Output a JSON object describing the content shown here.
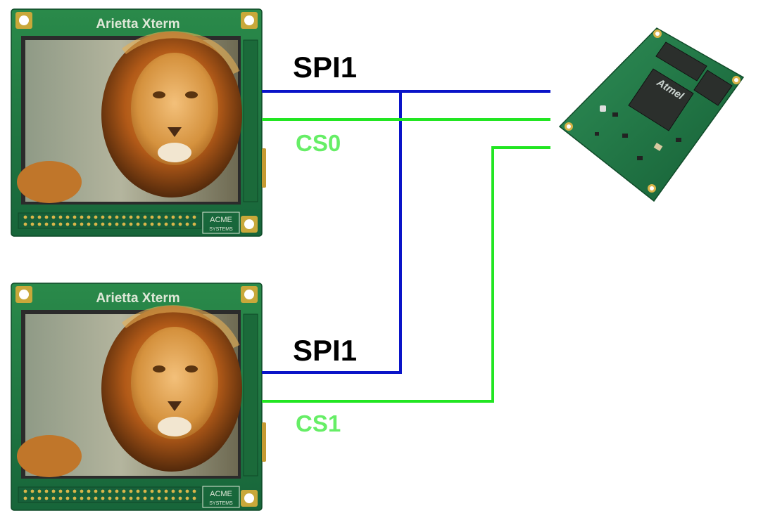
{
  "boards": [
    {
      "title": "Arietta Xterm",
      "logo_top": "ACME",
      "logo_bottom": "SYSTEMS"
    },
    {
      "title": "Arietta Xterm",
      "logo_top": "ACME",
      "logo_bottom": "SYSTEMS"
    }
  ],
  "module": {
    "chip_brand": "Atmel"
  },
  "signals": {
    "spi_top": "SPI1",
    "cs0": "CS0",
    "spi_bottom": "SPI1",
    "cs1": "CS1"
  },
  "colors": {
    "spi_wire": "#0a14c8",
    "cs_wire": "#22e622",
    "cs_label": "#66ee66",
    "board_green": "#1f7a3e",
    "module_green": "#1d7a45"
  }
}
